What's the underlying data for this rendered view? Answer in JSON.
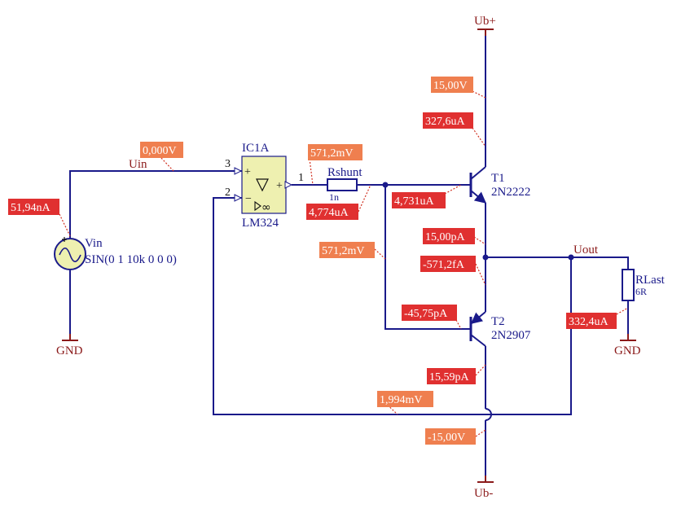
{
  "colors": {
    "wire": "#1a1a8a",
    "net_label": "#8b1a1a",
    "voltage_probe": "#ef7f4f",
    "current_probe": "#e03030",
    "opamp_fill": "#eef0b0"
  },
  "nets": {
    "uin": "Uin",
    "uout": "Uout",
    "ub_plus": "Ub+",
    "ub_minus": "Ub-",
    "gnd_vin": "GND",
    "gnd_load": "GND"
  },
  "components": {
    "vin": {
      "name": "Vin",
      "value": "SIN(0 1 10k 0 0 0)"
    },
    "opamp": {
      "name": "IC1A",
      "model": "LM324",
      "pin_noninv": "3",
      "pin_inv": "2",
      "pin_out": "1"
    },
    "rshunt": {
      "name": "Rshunt",
      "value": "1n"
    },
    "t1": {
      "name": "T1",
      "model": "2N2222"
    },
    "t2": {
      "name": "T2",
      "model": "2N2907"
    },
    "rlast": {
      "name": "RLast",
      "value": "6R"
    }
  },
  "probes": {
    "vin_current": "51,94nA",
    "uin_voltage": "0,000V",
    "ub_plus_voltage": "15,00V",
    "t1_collector_current": "327,6uA",
    "opamp_out_voltage": "571,2mV",
    "rshunt_current": "4,774uA",
    "t1_base_current": "4,731uA",
    "t1_emitter_current": "15,00pA",
    "t2_base_voltage": "571,2mV",
    "t2_emitter_current": "-571,2fA",
    "t2_base_current": "-45,75pA",
    "rlast_current": "332,4uA",
    "t2_collector_current": "15,59pA",
    "feedback_voltage": "1,994mV",
    "ub_minus_voltage": "-15,00V"
  }
}
